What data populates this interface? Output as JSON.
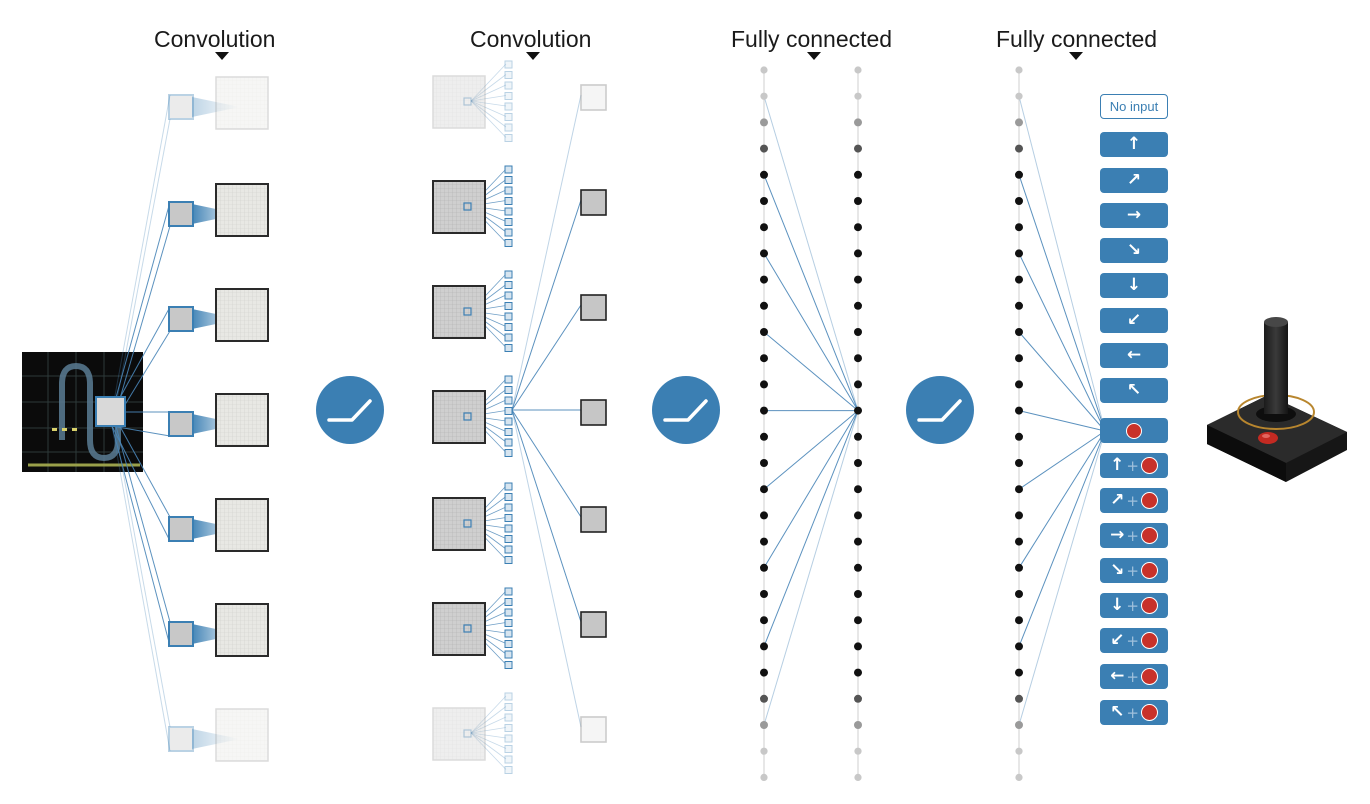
{
  "layers": {
    "conv1_title": "Convolution",
    "conv2_title": "Convolution",
    "fc1_title": "Fully connected",
    "fc2_title": "Fully connected"
  },
  "actions": {
    "no_input": "No input",
    "items": [
      {
        "name": "up",
        "arrow": "↑",
        "fire": false
      },
      {
        "name": "up-right",
        "arrow": "↗",
        "fire": false
      },
      {
        "name": "right",
        "arrow": "→",
        "fire": false
      },
      {
        "name": "down-right",
        "arrow": "↘",
        "fire": false
      },
      {
        "name": "down",
        "arrow": "↓",
        "fire": false
      },
      {
        "name": "down-left",
        "arrow": "↙",
        "fire": false
      },
      {
        "name": "left",
        "arrow": "←",
        "fire": false
      },
      {
        "name": "up-left",
        "arrow": "↖",
        "fire": false
      },
      {
        "name": "fire",
        "arrow": "",
        "fire": true
      },
      {
        "name": "up-fire",
        "arrow": "↑",
        "fire": true
      },
      {
        "name": "up-right-fire",
        "arrow": "↗",
        "fire": true
      },
      {
        "name": "right-fire",
        "arrow": "→",
        "fire": true
      },
      {
        "name": "down-right-fire",
        "arrow": "↘",
        "fire": true
      },
      {
        "name": "down-fire",
        "arrow": "↓",
        "fire": true
      },
      {
        "name": "down-left-fire",
        "arrow": "↙",
        "fire": true
      },
      {
        "name": "left-fire",
        "arrow": "←",
        "fire": true
      },
      {
        "name": "up-left-fire",
        "arrow": "↖",
        "fire": true
      }
    ],
    "plus_sign": "+"
  },
  "colors": {
    "accent_blue": "#3b7fb3",
    "fire_red": "#c8322a",
    "node_dark": "#111111",
    "node_light": "#bdbdbd",
    "map_fill": "#e6e6e2",
    "line_blue": "#4a86b8"
  },
  "icons": {
    "relu_icon": "rectifier-curve-icon",
    "joystick_icon": "atari-joystick-icon",
    "game_screen": "atari-game-frame-image"
  }
}
